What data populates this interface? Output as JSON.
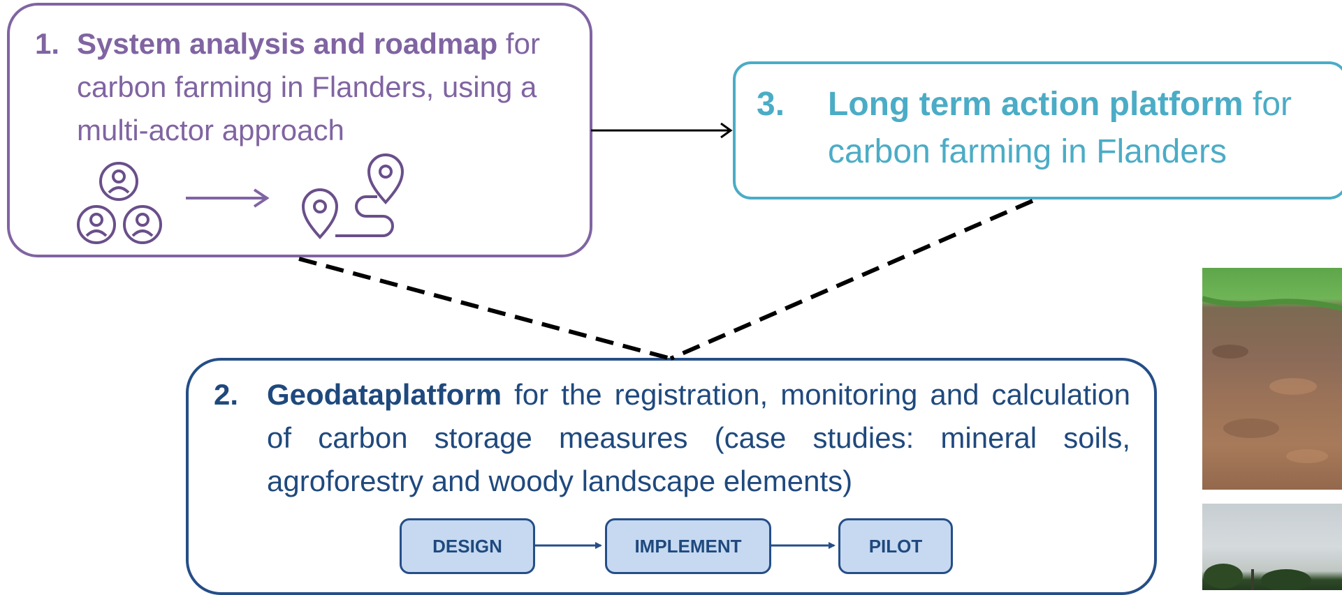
{
  "boxes": {
    "roadmap": {
      "number": "1.",
      "title_bold": "System analysis and roadmap",
      "title_rest": " for carbon farming in Flanders, using a multi-actor approach"
    },
    "action_platform": {
      "number": "3.",
      "title_bold": "Long term action platform",
      "title_rest": " for carbon farming in Flanders"
    },
    "geodata": {
      "number": "2.",
      "title_bold": "Geodataplatform",
      "title_rest": " for the registration, monitoring and calculation of carbon storage measures (case studies: mineral soils, agroforestry and woody landscape elements)",
      "steps": [
        "DESIGN",
        "IMPLEMENT",
        "PILOT"
      ]
    }
  },
  "icons": [
    "multi-actor-people-icon",
    "roadmap-route-icon"
  ],
  "colors": {
    "purple": "#8064a2",
    "teal": "#4bacc6",
    "navy": "#1f497d",
    "step_fill": "#c6d9f1"
  }
}
